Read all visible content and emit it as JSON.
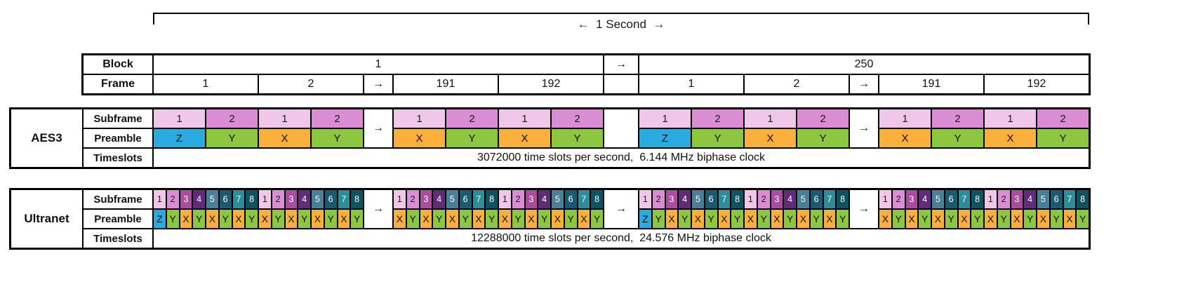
{
  "second_marker": {
    "label": "←  1 Second  →"
  },
  "block_frame_table": {
    "row_labels": {
      "block": "Block",
      "frame": "Frame"
    },
    "block_cells": [
      {
        "label": "1",
        "type": "block"
      },
      {
        "label": "→",
        "type": "gap"
      },
      {
        "label": "250",
        "type": "block"
      }
    ],
    "frame_sequence": [
      {
        "label": "1",
        "type": "frame"
      },
      {
        "label": "2",
        "type": "frame"
      },
      {
        "label": "→",
        "type": "arrow"
      },
      {
        "label": "191",
        "type": "frame"
      },
      {
        "label": "192",
        "type": "frame"
      }
    ],
    "frame_gap_label": ""
  },
  "palette": {
    "border": "#000000",
    "subframe_fills": [
      "#F1C7E9",
      "#DA8DD4",
      "#AA4D9E",
      "#602C79",
      "#4B7E97",
      "#1C5A70",
      "#2F8C99",
      "#0F5260"
    ],
    "subframe_text_colors": [
      "#1a1a1a",
      "#1a1a1a",
      "#ffffff",
      "#ffffff",
      "#ffffff",
      "#ffffff",
      "#ffffff",
      "#ffffff"
    ],
    "preamble_fills": {
      "Z": "#29ABE2",
      "Y": "#8DC63F",
      "X": "#FBB03B"
    }
  },
  "bands": [
    {
      "id": "aes3",
      "label": "AES3",
      "row_labels": {
        "subframe": "Subframe",
        "preamble": "Preamble",
        "timeslots": "Timeslots"
      },
      "subframes_per_frame": 2,
      "subframe_labels": [
        "1",
        "2"
      ],
      "blocks": [
        {
          "frames": [
            {
              "preambles": [
                "Z",
                "Y"
              ]
            },
            {
              "preambles": [
                "X",
                "Y"
              ]
            },
            {
              "arrow": "→"
            },
            {
              "preambles": [
                "X",
                "Y"
              ]
            },
            {
              "preambles": [
                "X",
                "Y"
              ]
            }
          ]
        },
        {
          "frames": [
            {
              "preambles": [
                "Z",
                "Y"
              ]
            },
            {
              "preambles": [
                "X",
                "Y"
              ]
            },
            {
              "arrow": "→"
            },
            {
              "preambles": [
                "X",
                "Y"
              ]
            },
            {
              "preambles": [
                "X",
                "Y"
              ]
            }
          ]
        }
      ],
      "block_gap_label": "",
      "timeslots_text": "3072000 time slots per second,  6.144 MHz biphase clock"
    },
    {
      "id": "ultranet",
      "label": "Ultranet",
      "row_labels": {
        "subframe": "Subframe",
        "preamble": "Preamble",
        "timeslots": "Timeslots"
      },
      "subframes_per_frame": 8,
      "subframe_labels": [
        "1",
        "2",
        "3",
        "4",
        "5",
        "6",
        "7",
        "8"
      ],
      "blocks": [
        {
          "frames": [
            {
              "preambles": [
                "Z",
                "Y",
                "X",
                "Y",
                "X",
                "Y",
                "X",
                "Y"
              ]
            },
            {
              "preambles": [
                "X",
                "Y",
                "X",
                "Y",
                "X",
                "Y",
                "X",
                "Y"
              ]
            },
            {
              "arrow": "→"
            },
            {
              "preambles": [
                "X",
                "Y",
                "X",
                "Y",
                "X",
                "Y",
                "X",
                "Y"
              ]
            },
            {
              "preambles": [
                "X",
                "Y",
                "X",
                "Y",
                "X",
                "Y",
                "X",
                "Y"
              ]
            }
          ]
        },
        {
          "frames": [
            {
              "preambles": [
                "Z",
                "Y",
                "X",
                "Y",
                "X",
                "Y",
                "X",
                "Y"
              ]
            },
            {
              "preambles": [
                "X",
                "Y",
                "X",
                "Y",
                "X",
                "Y",
                "X",
                "Y"
              ]
            },
            {
              "arrow": "→"
            },
            {
              "preambles": [
                "X",
                "Y",
                "X",
                "Y",
                "X",
                "Y",
                "X",
                "Y"
              ]
            },
            {
              "preambles": [
                "X",
                "Y",
                "X",
                "Y",
                "X",
                "Y",
                "X",
                "Y"
              ]
            }
          ]
        }
      ],
      "block_gap_label": "→",
      "timeslots_text": "12288000 time slots per second,  24.576 MHz biphase clock"
    }
  ]
}
